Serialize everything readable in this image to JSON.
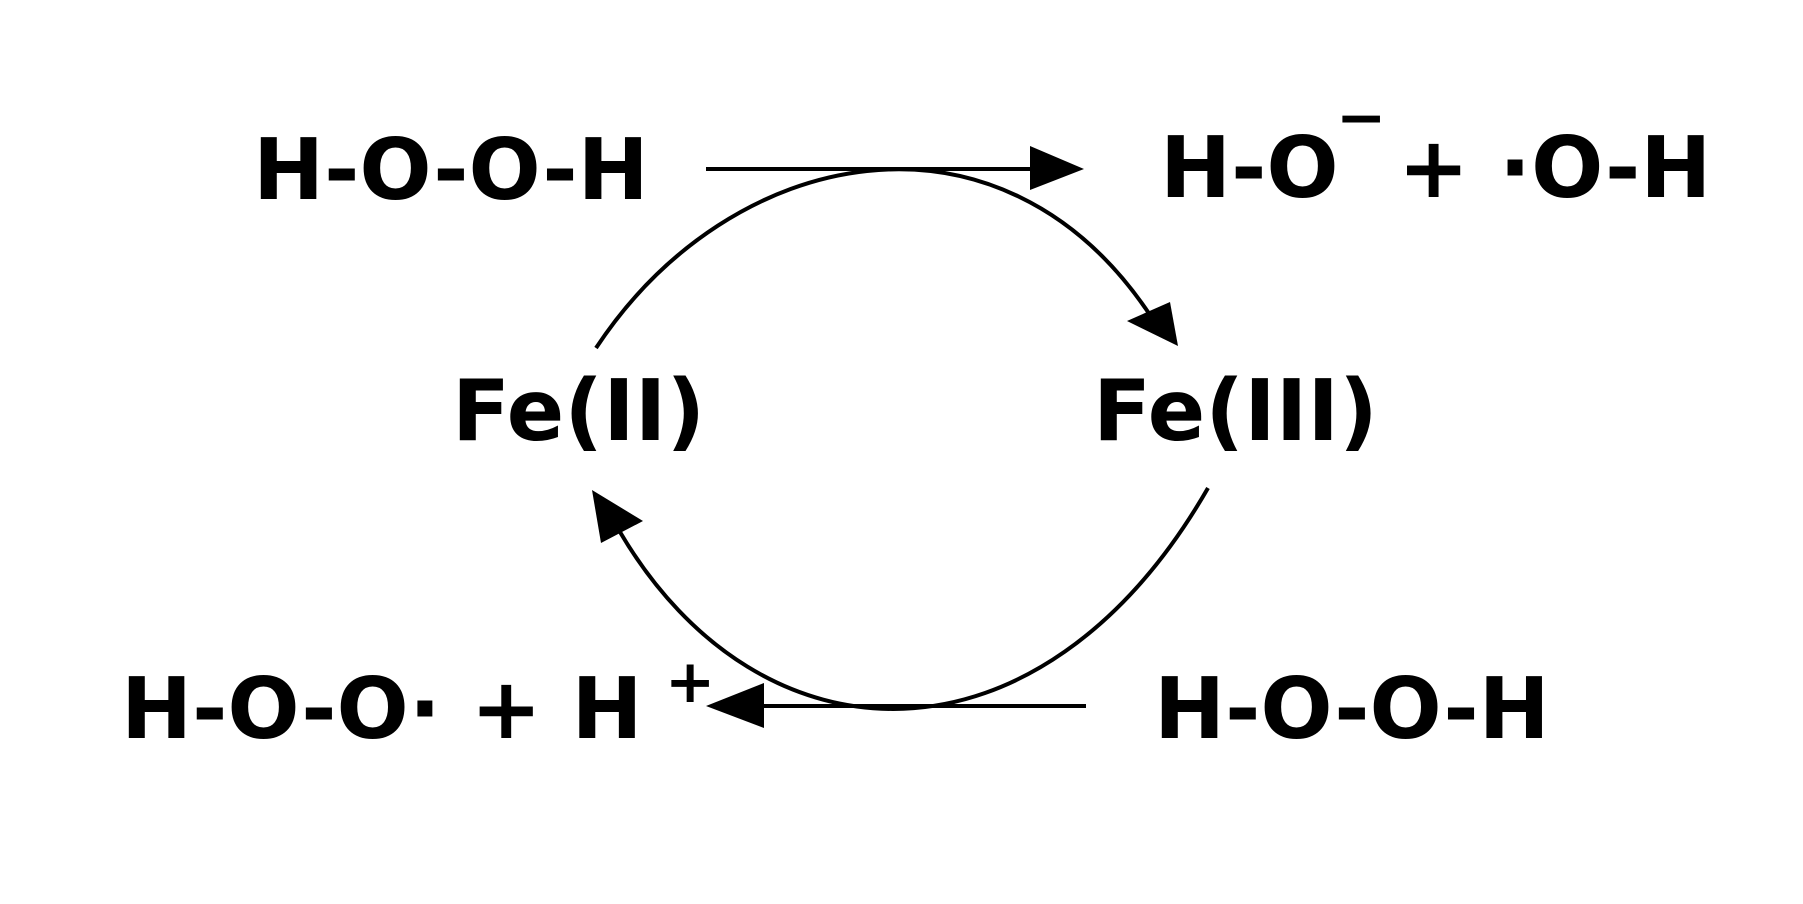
{
  "diagram": {
    "top_left_reactant": "H-O-O-H",
    "top_right_product_main": "H-O",
    "top_right_product_charge": "−",
    "top_right_product_rest": "+ ·O-H",
    "iron_left": "Fe(II)",
    "iron_right": "Fe(III)",
    "bottom_left_product_main": "H-O-O· + H",
    "bottom_left_product_charge": "+",
    "bottom_right_reactant": "H-O-O-H"
  },
  "colors": {
    "ink": "#000000",
    "background": "#ffffff"
  }
}
